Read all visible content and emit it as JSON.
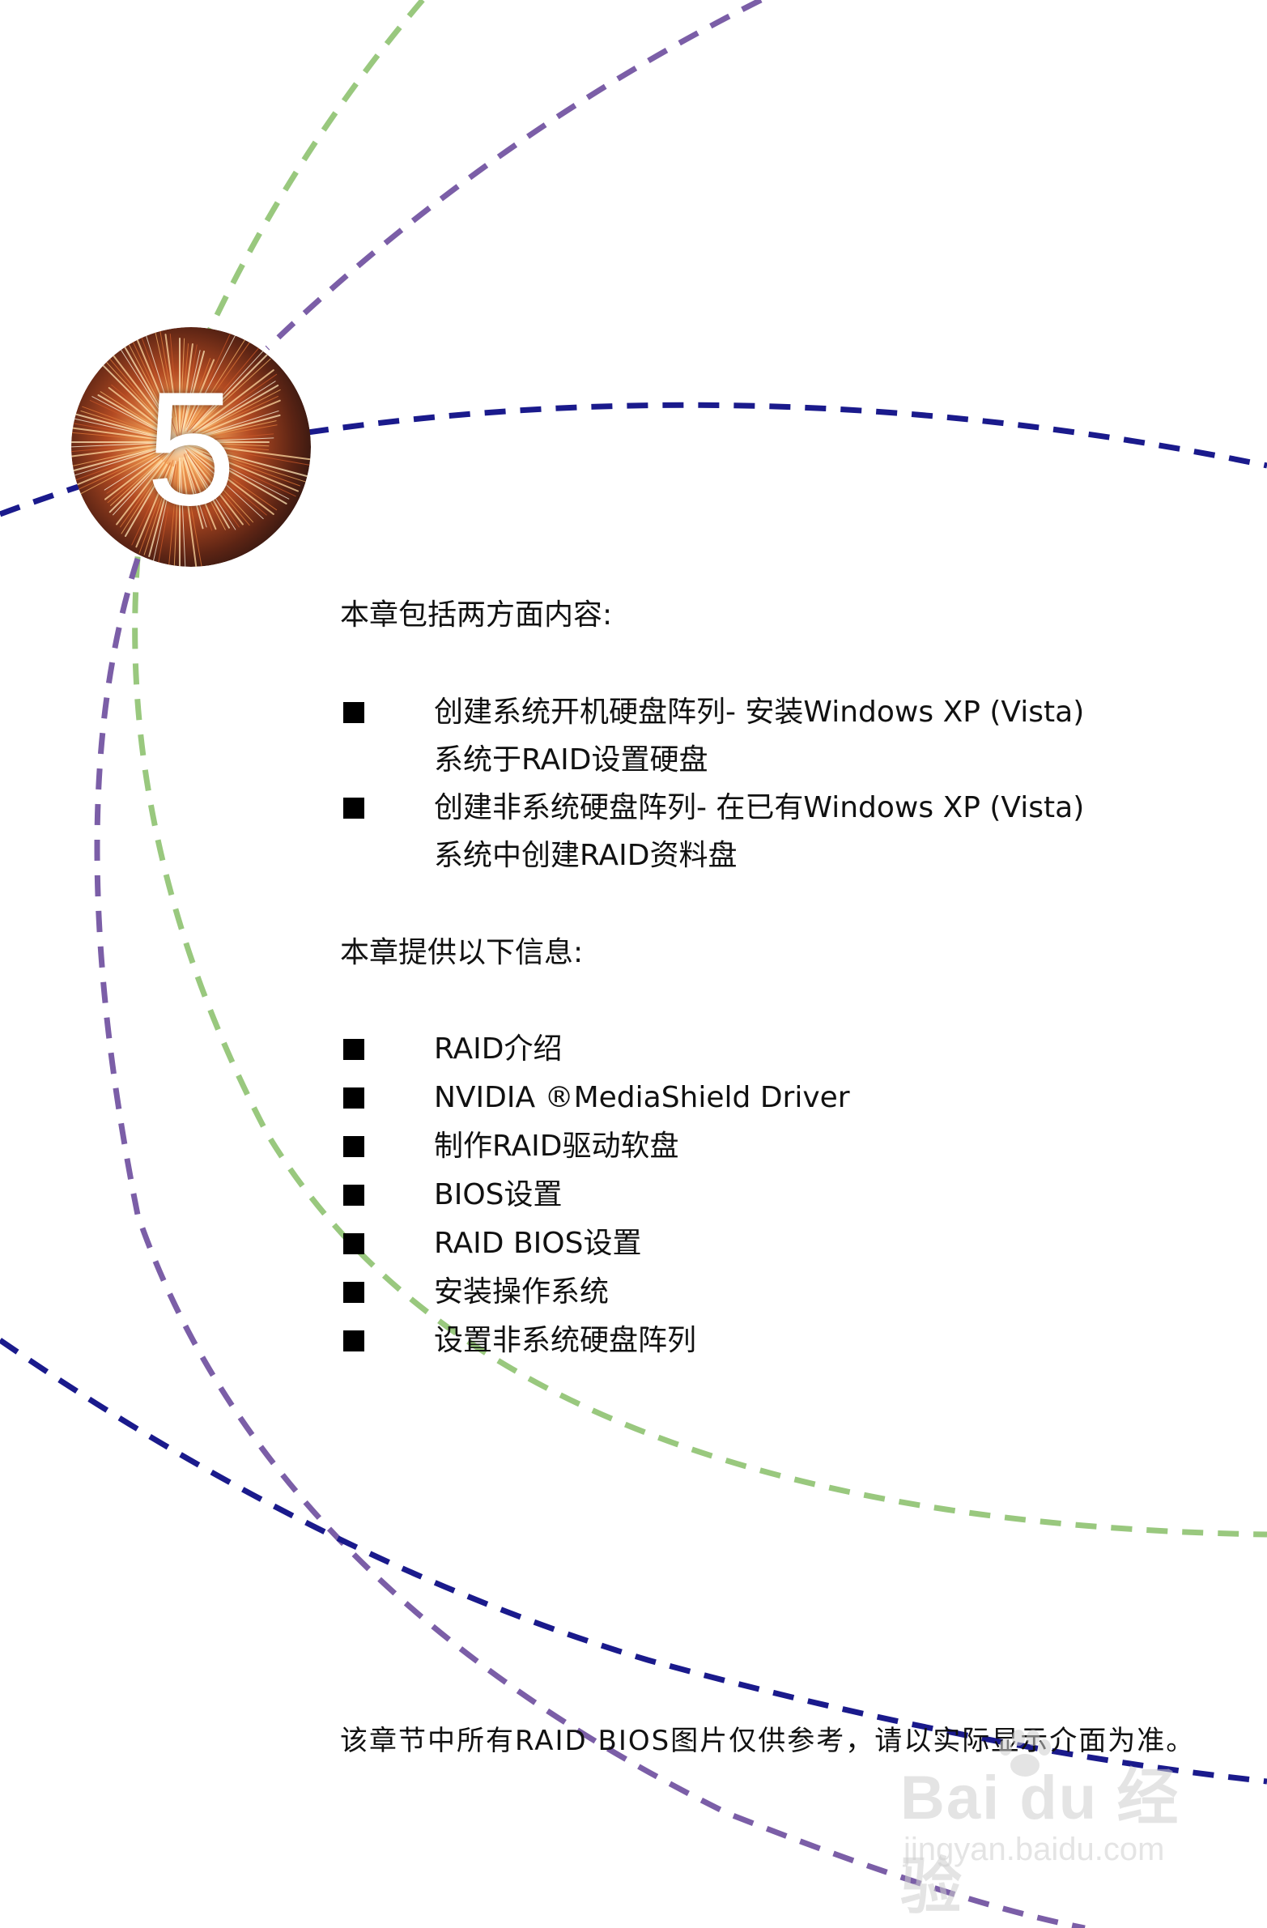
{
  "chapter": {
    "number": "5"
  },
  "section_contains": {
    "intro": "本章包括两方面内容:",
    "items": [
      {
        "line1": "创建系统开机硬盘阵列- 安装Windows  XP (Vista)",
        "line2": "系统于RAID设置硬盘"
      },
      {
        "line1": "创建非系统硬盘阵列-  在已有Windows XP (Vista)",
        "line2": "系统中创建RAID资料盘"
      }
    ]
  },
  "section_provides": {
    "intro": "本章提供以下信息:",
    "items": [
      {
        "text": "RAID介绍"
      },
      {
        "text": "NVIDIA ®MediaShield  Driver"
      },
      {
        "text": "制作RAID驱动软盘"
      },
      {
        "text": "BIOS设置"
      },
      {
        "text": "RAID  BIOS设置"
      },
      {
        "text": "安装操作系统"
      },
      {
        "text": "设置非系统硬盘阵列"
      }
    ]
  },
  "note": "该章节中所有RAID   BIOS图片仅供参考，请以实际显示介面为准。",
  "watermark": {
    "logo": "Bai du 经验",
    "url": "jingyan.baidu.com"
  },
  "colors": {
    "navy": "#1a1a8c",
    "purple": "#7b5ea7",
    "green": "#99c87e",
    "text": "#111111"
  }
}
